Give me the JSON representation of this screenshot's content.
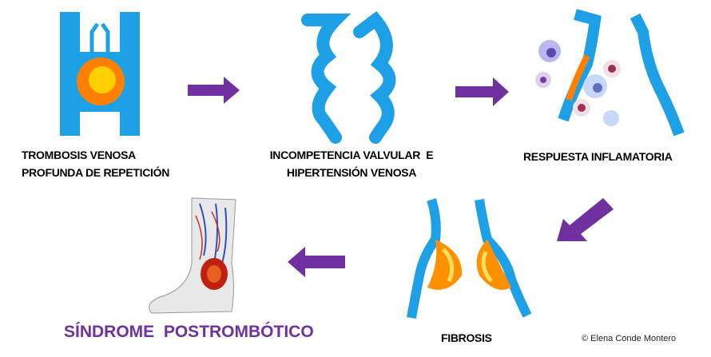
{
  "stages": [
    {
      "label_line1": "TROMBOSIS VENOSA",
      "label_line2": "PROFUNDA DE REPETICIÓN"
    },
    {
      "label_line1": "INCOMPETENCIA VALVULAR  E",
      "label_line2": "HIPERTENSIÓN VENOSA"
    },
    {
      "label_line1": "RESPUESTA INFLAMATORIA"
    },
    {
      "label_line1": "FIBROSIS"
    },
    {
      "label_line1": "SÍNDROME  POSTROMBÓTICO"
    }
  ],
  "copyright": "© Elena Conde Montero",
  "colors": {
    "vein": "#1ea0e6",
    "arrow": "#7030a0",
    "clot_outer": "#ff8000",
    "clot_inner": "#ffd000",
    "title": "#7030a0"
  }
}
